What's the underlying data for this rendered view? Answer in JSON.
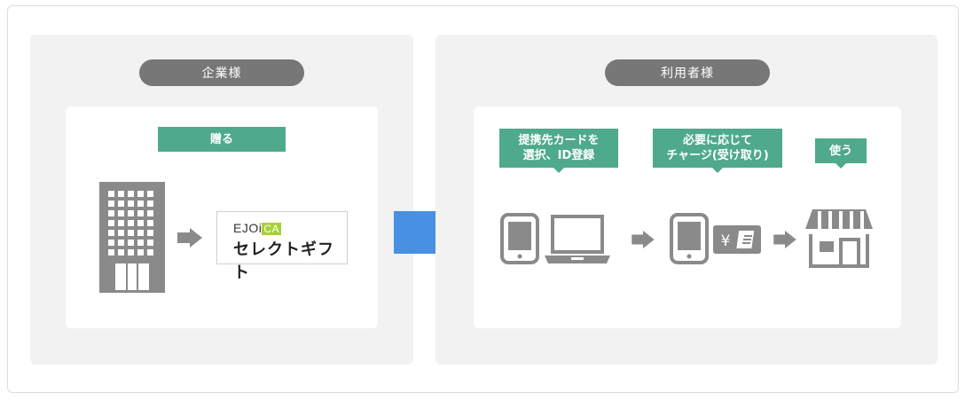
{
  "company": {
    "header": "企業様",
    "tag": "贈る",
    "logo_brand_prefix": "EJOi",
    "logo_brand_suffix": "CA",
    "logo_product": "セレクトギフト"
  },
  "user": {
    "header": "利用者様",
    "steps": [
      {
        "line1": "提携先カードを",
        "line2": "選択、ID登録"
      },
      {
        "line1": "必要に応じて",
        "line2": "チャージ(受け取り)"
      },
      {
        "line1": "使う",
        "line2": ""
      }
    ]
  },
  "colors": {
    "panel_bg": "#f2f2f2",
    "pill_bg": "#777777",
    "tag_green": "#4fa98c",
    "icon_gray": "#8a8a8a",
    "big_arrow_blue": "#4a90e2"
  }
}
